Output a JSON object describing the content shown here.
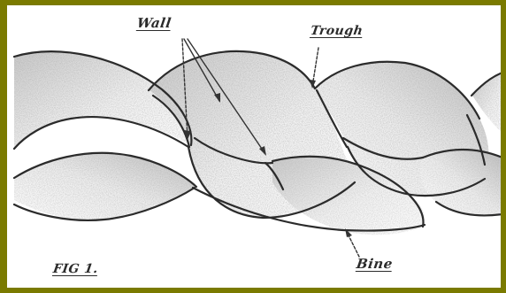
{
  "colors": {
    "frame": "#7a7a00",
    "ink": "#2b2b2b",
    "shade": "#9a9a9a",
    "paper": "#ffffff"
  },
  "labels": {
    "wall": "Wall",
    "trough": "Trough",
    "bine": "Bine",
    "figure": "FIG 1."
  }
}
